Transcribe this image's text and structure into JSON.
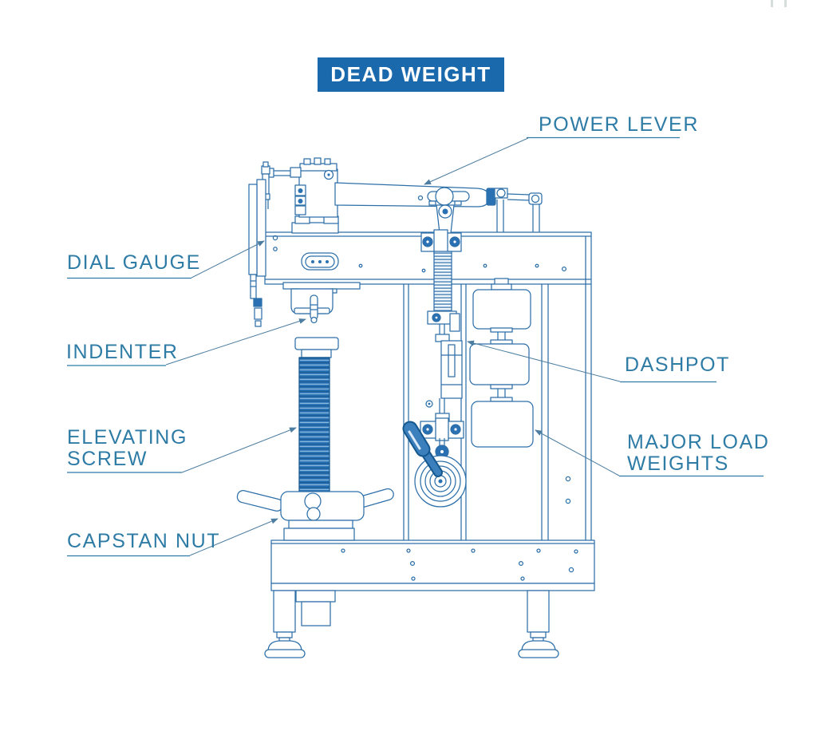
{
  "title": {
    "text": "DEAD WEIGHT"
  },
  "colors": {
    "banner_bg": "#1a69ac",
    "banner_text": "#ffffff",
    "label_text": "#2e7ca6",
    "drawing_line": "#2d6fa9",
    "drawing_accent": "#2a71b3"
  },
  "labels": {
    "power_lever": "POWER LEVER",
    "dial_gauge": "DIAL GAUGE",
    "indenter": "INDENTER",
    "elevating_screw": [
      "ELEVATING",
      "SCREW"
    ],
    "capstan_nut": "CAPSTAN NUT",
    "dashpot": "DASHPOT",
    "major_load_weights": [
      "MAJOR LOAD",
      "WEIGHTS"
    ]
  }
}
